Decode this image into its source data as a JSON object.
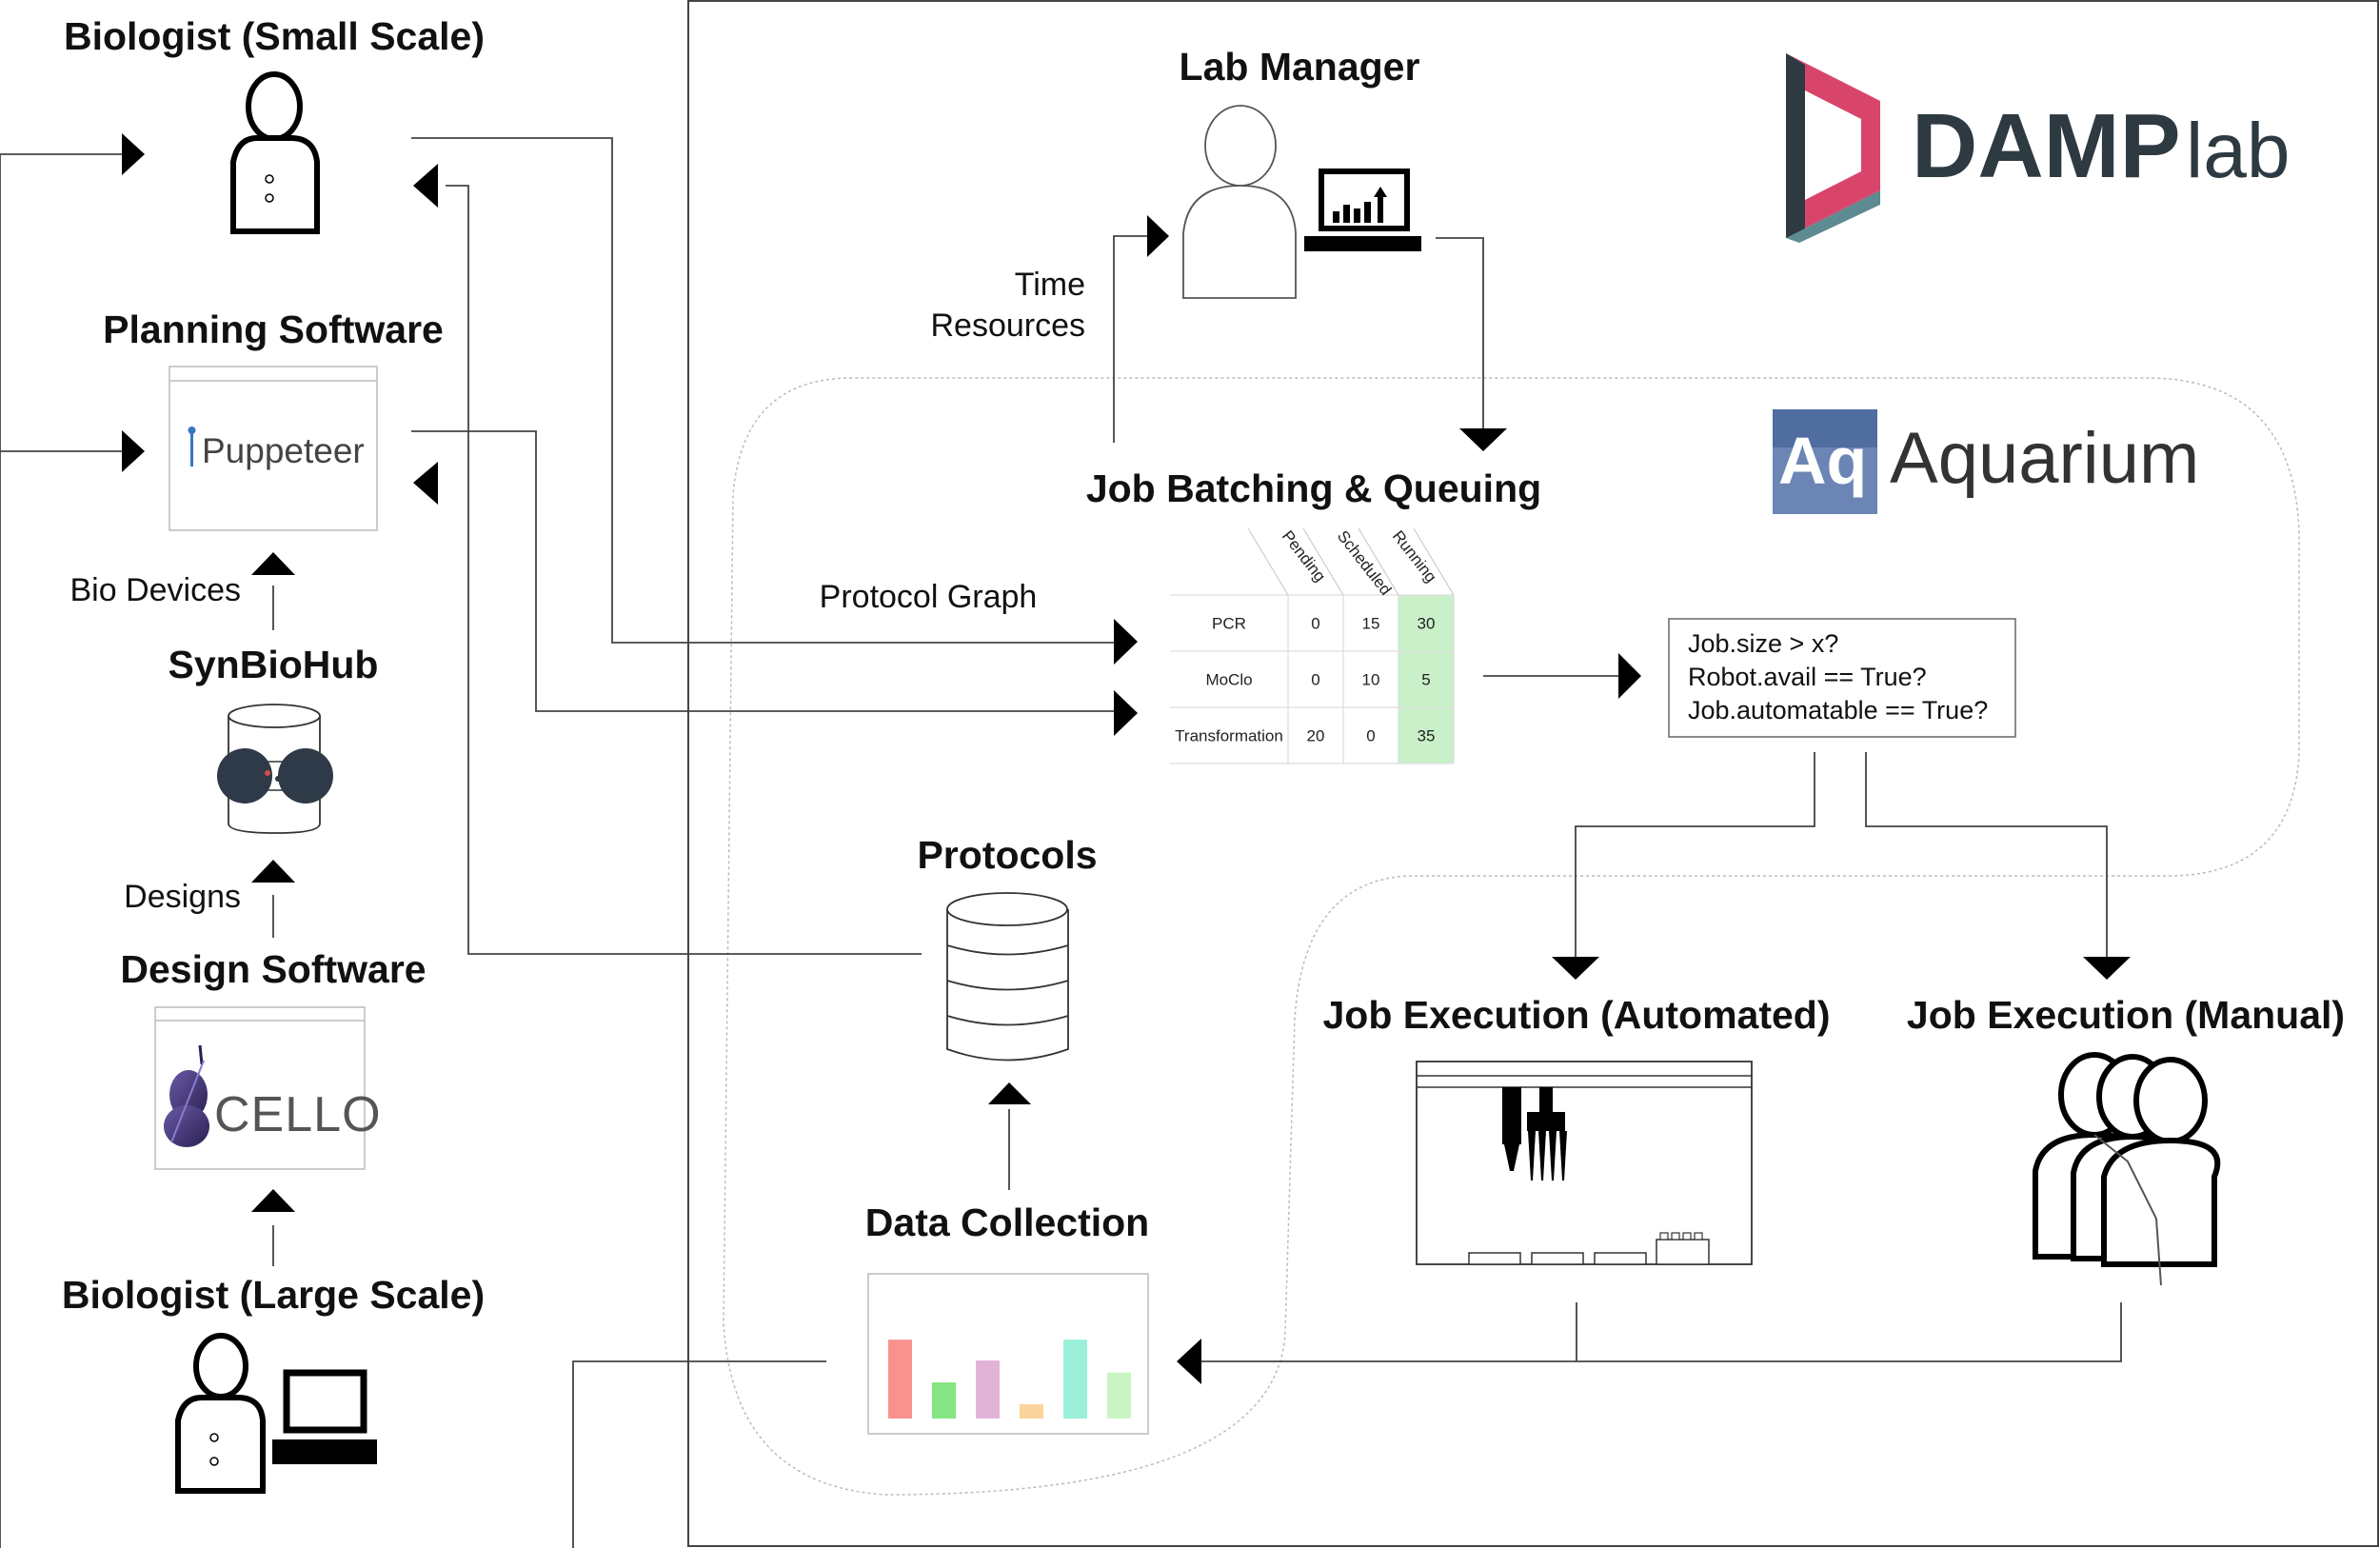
{
  "nodes": {
    "biologist_small": "Biologist (Small Scale)",
    "planning_software": "Planning Software",
    "synbiohub": "SynBioHub",
    "design_software": "Design Software",
    "biologist_large": "Biologist (Large Scale)",
    "lab_manager": "Lab Manager",
    "job_batching": "Job Batching & Queuing",
    "protocols": "Protocols",
    "data_collection": "Data Collection",
    "job_exec_auto": "Job Execution (Automated)",
    "job_exec_manual": "Job Execution (Manual)"
  },
  "edge_labels": {
    "bio_devices": "Bio Devices",
    "designs": "Designs",
    "time": "Time",
    "resources": "Resources",
    "protocol_graph": "Protocol Graph"
  },
  "logos": {
    "puppeteer": "Puppeteer",
    "cello": "CELLO",
    "damp_bold": "DAMP",
    "damp_light": "lab",
    "aq_mark": "Aq",
    "aquarium": "Aquarium"
  },
  "queue_table": {
    "headers": [
      "Pending",
      "Scheduled",
      "Running"
    ],
    "rows": [
      {
        "name": "PCR",
        "values": [
          "0",
          "15",
          "30"
        ]
      },
      {
        "name": "MoClo",
        "values": [
          "0",
          "10",
          "5"
        ]
      },
      {
        "name": "Transformation",
        "values": [
          "20",
          "0",
          "35"
        ]
      }
    ]
  },
  "conditions": [
    "Job.size > x?",
    "Robot.avail == True?",
    "Job.automatable == True?"
  ],
  "colors": {
    "running_cell": "#c9f0c9",
    "damp_red": "#d9456a",
    "damp_dark": "#2e3a42",
    "aquarium_blue": "#6b86b5",
    "bars": [
      "#f9928e",
      "#83e683",
      "#e1b3d6",
      "#fbd39c",
      "#9af0d9",
      "#c8f5c2"
    ]
  },
  "icons": [
    "person-icon",
    "laptop-icon",
    "database-icon",
    "bar-chart-icon",
    "robot-pipette-icon",
    "people-group-icon",
    "cello-icon"
  ]
}
